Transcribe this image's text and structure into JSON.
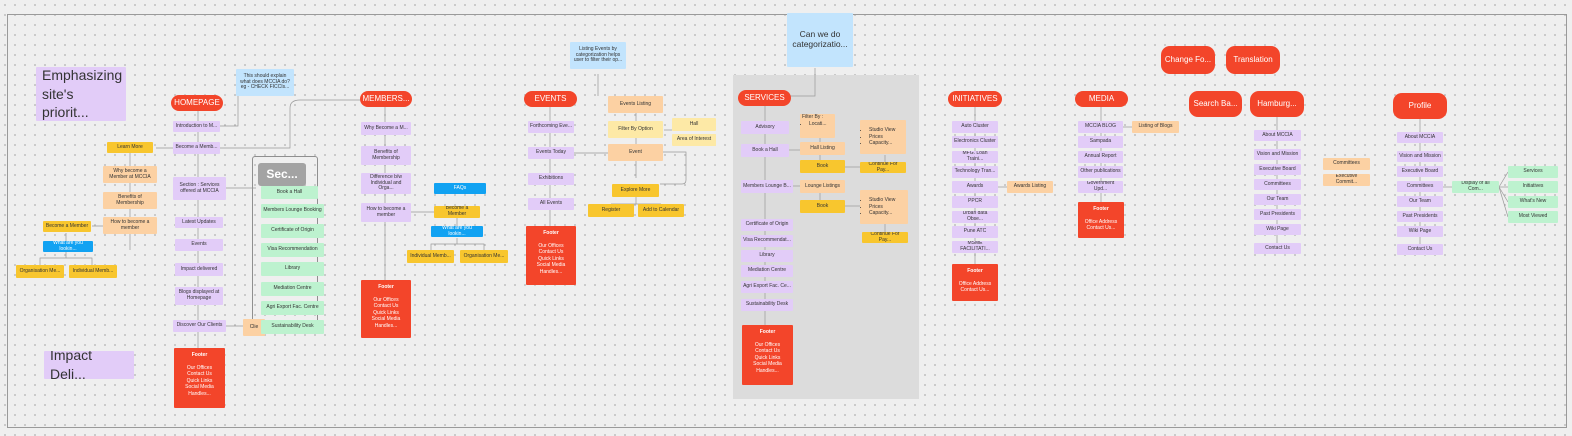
{
  "stickies": {
    "emphasizing": "Emphasizing site's priorit...",
    "impact": "Impact Deli...",
    "can_we": "Can we do categorizatio...",
    "sec": "Sec..."
  },
  "notes": {
    "explain": "This should explain what does MCCIA do? eg - CHECK FICCIs...",
    "listing_events": "Listing Events  by categorization helps user to filter their op..."
  },
  "homepage": {
    "title": "HOMEPAGE",
    "items": [
      "Introduction to M...",
      "Become a Memb...",
      "Section : Services offered at MCCIA",
      "Latest Updates",
      "Events",
      "Impact delivered",
      "Blogs displayed at Homepage",
      "Discover Our Clients"
    ],
    "learn_more": "Learn More",
    "why_become": "Why become a Member at MCCIA",
    "benefits": "Benefits of Membership",
    "how_to": "How to become a member",
    "become_member": "Become a Member",
    "what_are_you": "What are you lookin...",
    "org_member": "Organisation Me...",
    "indiv_member": "Individual Memb...",
    "clients_tag": "Clie",
    "footer": {
      "title": "Footer",
      "links": [
        "Our Offices",
        "Contact Us",
        "Quick Links",
        "Social Media",
        "Handles..."
      ]
    }
  },
  "services_list": {
    "items": [
      "Book a Hall",
      "Members Lounge Booking",
      "Certificate of Origin",
      "Visa Recommendation",
      "Library",
      "Mediation Centre",
      "Agri Export Fac. Centre",
      "Sustainability Desk"
    ]
  },
  "members": {
    "title": "MEMBERS...",
    "items": [
      "Why Become a M...",
      "Benefits of Membership",
      "Difference b/w Individual and Orga...",
      "How to become a member"
    ],
    "faqs": "FAQs",
    "become_member": "Become a Member",
    "what_are_you": "What are you lookin...",
    "indiv_member": "Individual Memb...",
    "org_member": "Organisation Me...",
    "footer": {
      "title": "Footer",
      "links": [
        "Our Offices",
        "Contact Us",
        "Quick Links",
        "Social Media",
        "Handles..."
      ]
    }
  },
  "events": {
    "title": "EVENTS",
    "items": [
      "Forthcoming Eve...",
      "Events Today",
      "Exhibitions",
      "All Events"
    ],
    "events_listing": "Events Listing",
    "filter_by": "Filter By Option",
    "hall": "Hall",
    "area_interest": "Area of Interest",
    "event": "Event",
    "explore_more": "Explore More",
    "register": "Register",
    "add_calendar": "Add to Calendar",
    "footer": {
      "title": "Footer",
      "links": [
        "Our Offices",
        "Contact Us",
        "Quick Links",
        "Social Media",
        "Handles..."
      ]
    }
  },
  "services": {
    "title": "SERVICES",
    "items": [
      "Advisory",
      "Book a Hall",
      "Members Lounge B...",
      "Certificate of Origin",
      "Visa Recommendat...",
      "Library",
      "Mediation Centre",
      "Agri Export Fac. Ce...",
      "Sustainability Desk"
    ],
    "filter_by": "Filter By :",
    "filter_item": "Locati...",
    "hall_listing": "Hall Listing",
    "book1": "Book",
    "lounge_listings": "Lounge Listings",
    "book2": "Book",
    "details1": [
      "Studio View",
      "Prices",
      "Capacity..."
    ],
    "details2": [
      "Studio View",
      "Prices",
      "Capacity..."
    ],
    "continue1": "Continue For Pay...",
    "continue2": "Continue For Pay...",
    "footer": {
      "title": "Footer",
      "links": [
        "Our Offices",
        "Contact Us",
        "Quick Links",
        "Social Media",
        "Handles..."
      ]
    }
  },
  "initiatives": {
    "title": "INITIATIVES",
    "items": [
      "Auto Cluster",
      "Electronics Cluster",
      "MFG. Loan Traini...",
      "Technology Tran...",
      "Awards",
      "PPCR",
      "Urban data Obse...",
      "Pune ATC",
      "MSME FACILITATI..."
    ],
    "awards_listing": "Awards Listing",
    "footer": {
      "title": "Footer",
      "links": [
        "Office Address",
        "Contact Us..."
      ]
    }
  },
  "media": {
    "title": "MEDIA",
    "items": [
      "MCCIA BLOG",
      "Sampada",
      "Annual Report",
      "Other publications",
      "Government Upd..."
    ],
    "listing_blogs": "Listing of Blogs",
    "footer": {
      "title": "Footer",
      "links": [
        "Office Address",
        "Contact Us..."
      ]
    }
  },
  "change_font": "Change Fo...",
  "translation": "Translation",
  "search_bar": "Search Ba...",
  "hamburger": {
    "title": "Hamburg...",
    "items": [
      "About MCCIA",
      "Vision and Mission",
      "Executive Board",
      "Committees",
      "Our Team",
      "Past Presidents",
      "Wiki Page",
      "Contact Us"
    ],
    "committees_side": "Committees",
    "exec_comm": "Executive Commit..."
  },
  "profile": {
    "title": "Profile",
    "items": [
      "About MCCIA",
      "Vision and Mission",
      "Executive Board",
      "Committees",
      "Our Team",
      "Past Presidents",
      "Wiki Page",
      "Contact Us"
    ],
    "display_all": "Display of all Com...",
    "outputs": [
      "Services",
      "Initiatives",
      "What's New",
      "Most Viewed"
    ]
  }
}
